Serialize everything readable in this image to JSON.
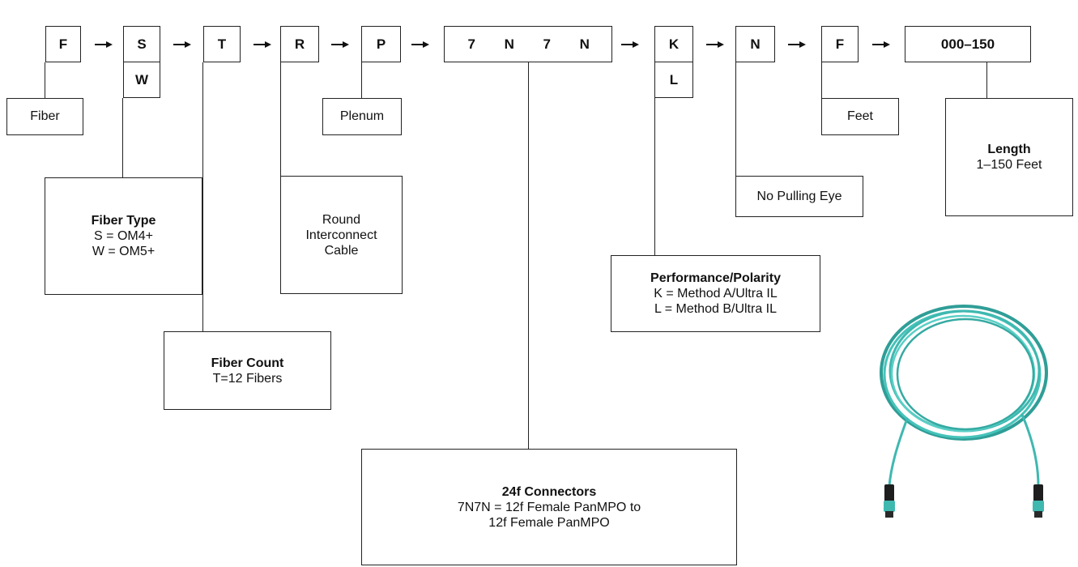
{
  "codes": {
    "c1": "F",
    "c2a": "S",
    "c2b": "W",
    "c3": "T",
    "c4": "R",
    "c5": "P",
    "c6": [
      "7",
      "N",
      "7",
      "N"
    ],
    "c7a": "K",
    "c7b": "L",
    "c8": "N",
    "c9": "F",
    "c10": "000–150"
  },
  "labels": {
    "fiber": "Fiber",
    "plenum": "Plenum",
    "feet": "Feet",
    "no_pulling_eye": "No Pulling Eye"
  },
  "descriptions": {
    "fiber_type": {
      "title": "Fiber Type",
      "lines": [
        "S = OM4+",
        "W = OM5+"
      ]
    },
    "fiber_count": {
      "title": "Fiber Count",
      "lines": [
        "T=12 Fibers"
      ]
    },
    "cable": {
      "lines": [
        "Round",
        "Interconnect",
        "Cable"
      ]
    },
    "connectors": {
      "title": "24f Connectors",
      "lines": [
        "7N7N = 12f Female PanMPO to",
        "12f Female PanMPO"
      ]
    },
    "polarity": {
      "title": "Performance/Polarity",
      "lines": [
        "K = Method A/Ultra IL",
        "L = Method B/Ultra IL"
      ]
    },
    "length": {
      "title": "Length",
      "lines": [
        "1–150 Feet"
      ]
    }
  },
  "image": {
    "icon": "fiber-patch-cable-coil-icon",
    "cable_color": "#3fb8b0"
  }
}
